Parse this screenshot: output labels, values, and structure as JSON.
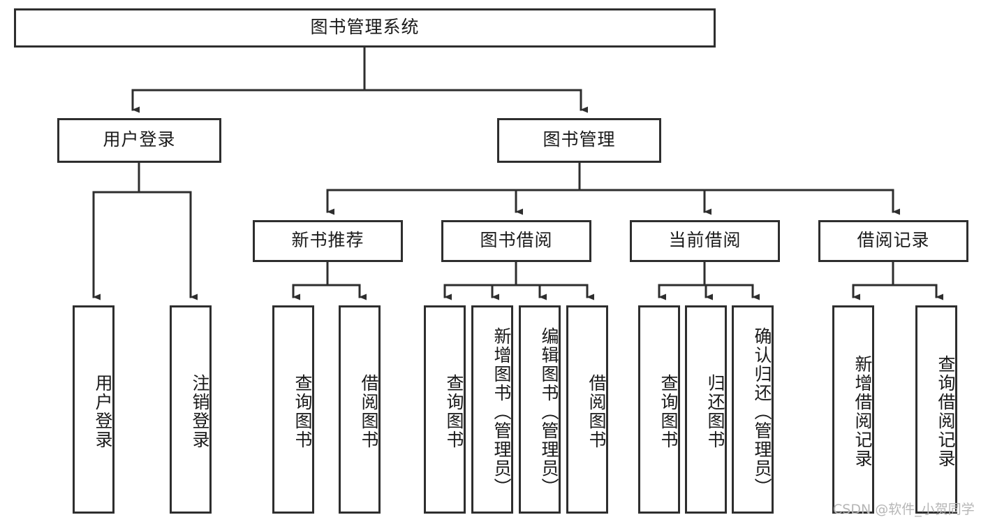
{
  "diagram": {
    "type": "tree-hierarchy",
    "title": "图书管理系统",
    "orientation": "top-down",
    "colors": {
      "box_border": "#2e2e2e",
      "box_fill": "#ffffff",
      "connector": "#2e2e2e",
      "text": "#1a1a1a",
      "watermark": "#b6b6b6",
      "background": "#ffffff"
    },
    "root": {
      "id": "root",
      "label": "图书管理系统"
    },
    "level1": [
      {
        "id": "user-login",
        "label": "用户登录"
      },
      {
        "id": "book-management",
        "label": "图书管理"
      }
    ],
    "level2": [
      {
        "id": "new-book-recommend",
        "label": "新书推荐",
        "parent": "book-management"
      },
      {
        "id": "book-borrow",
        "label": "图书借阅",
        "parent": "book-management"
      },
      {
        "id": "current-borrow",
        "label": "当前借阅",
        "parent": "book-management"
      },
      {
        "id": "borrow-record",
        "label": "借阅记录",
        "parent": "book-management"
      }
    ],
    "leaves": [
      {
        "id": "leaf-user-login",
        "label": "用户登录",
        "parent": "user-login"
      },
      {
        "id": "leaf-logout-login",
        "label": "注销登录",
        "parent": "user-login"
      },
      {
        "id": "leaf-query-book-1",
        "label": "查询图书",
        "parent": "new-book-recommend"
      },
      {
        "id": "leaf-borrow-book-1",
        "label": "借阅图书",
        "parent": "new-book-recommend"
      },
      {
        "id": "leaf-query-book-2",
        "label": "查询图书",
        "parent": "book-borrow"
      },
      {
        "id": "leaf-add-book",
        "label": "新增图书（管理员）",
        "parent": "book-borrow"
      },
      {
        "id": "leaf-edit-book",
        "label": "编辑图书（管理员）",
        "parent": "book-borrow"
      },
      {
        "id": "leaf-borrow-book-2",
        "label": "借阅图书",
        "parent": "book-borrow"
      },
      {
        "id": "leaf-query-book-3",
        "label": "查询图书",
        "parent": "current-borrow"
      },
      {
        "id": "leaf-return-book",
        "label": "归还图书",
        "parent": "current-borrow"
      },
      {
        "id": "leaf-confirm-return",
        "label": "确认归还（管理员）",
        "parent": "current-borrow"
      },
      {
        "id": "leaf-add-record",
        "label": "新增借阅记录",
        "parent": "borrow-record"
      },
      {
        "id": "leaf-query-record",
        "label": "查询借阅记录",
        "parent": "borrow-record"
      }
    ],
    "watermark": "CSDN @软件_小贺同学"
  }
}
